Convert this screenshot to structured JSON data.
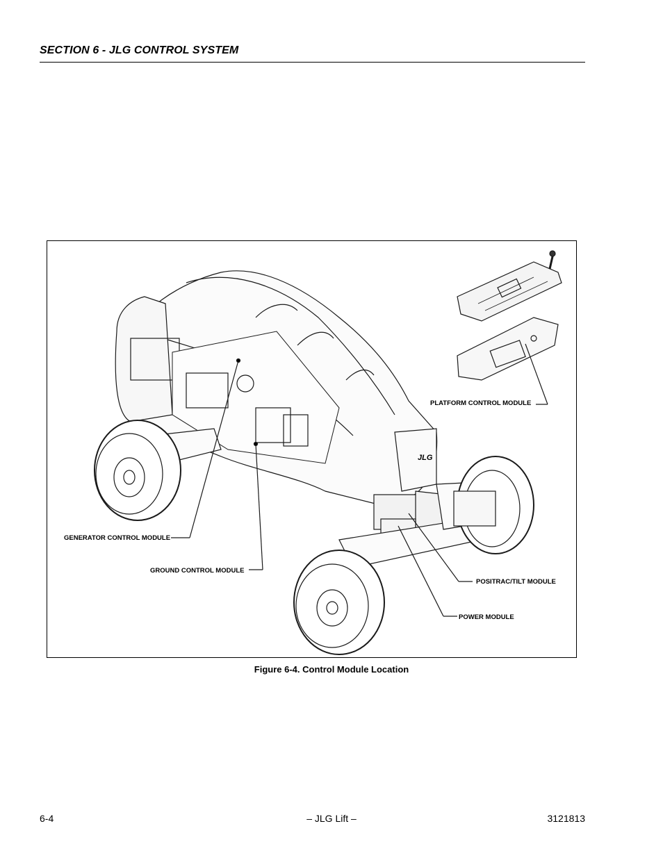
{
  "header": {
    "section_title": "SECTION 6 - JLG CONTROL SYSTEM"
  },
  "figure": {
    "caption": "Figure 6-4.  Control Module Location",
    "callouts": {
      "platform_control_module": "PLATFORM CONTROL  MODULE",
      "generator_control_module": "GENERATOR CONTROL MODULE",
      "ground_control_module": "GROUND  CONTROL MODULE",
      "positrac_tilt_module": "POSITRAC/TILT  MODULE",
      "power_module": "POWER MODULE"
    },
    "logo_text": "JLG"
  },
  "footer": {
    "page_number": "6-4",
    "center_text": "– JLG Lift –",
    "doc_number": "3121813"
  }
}
